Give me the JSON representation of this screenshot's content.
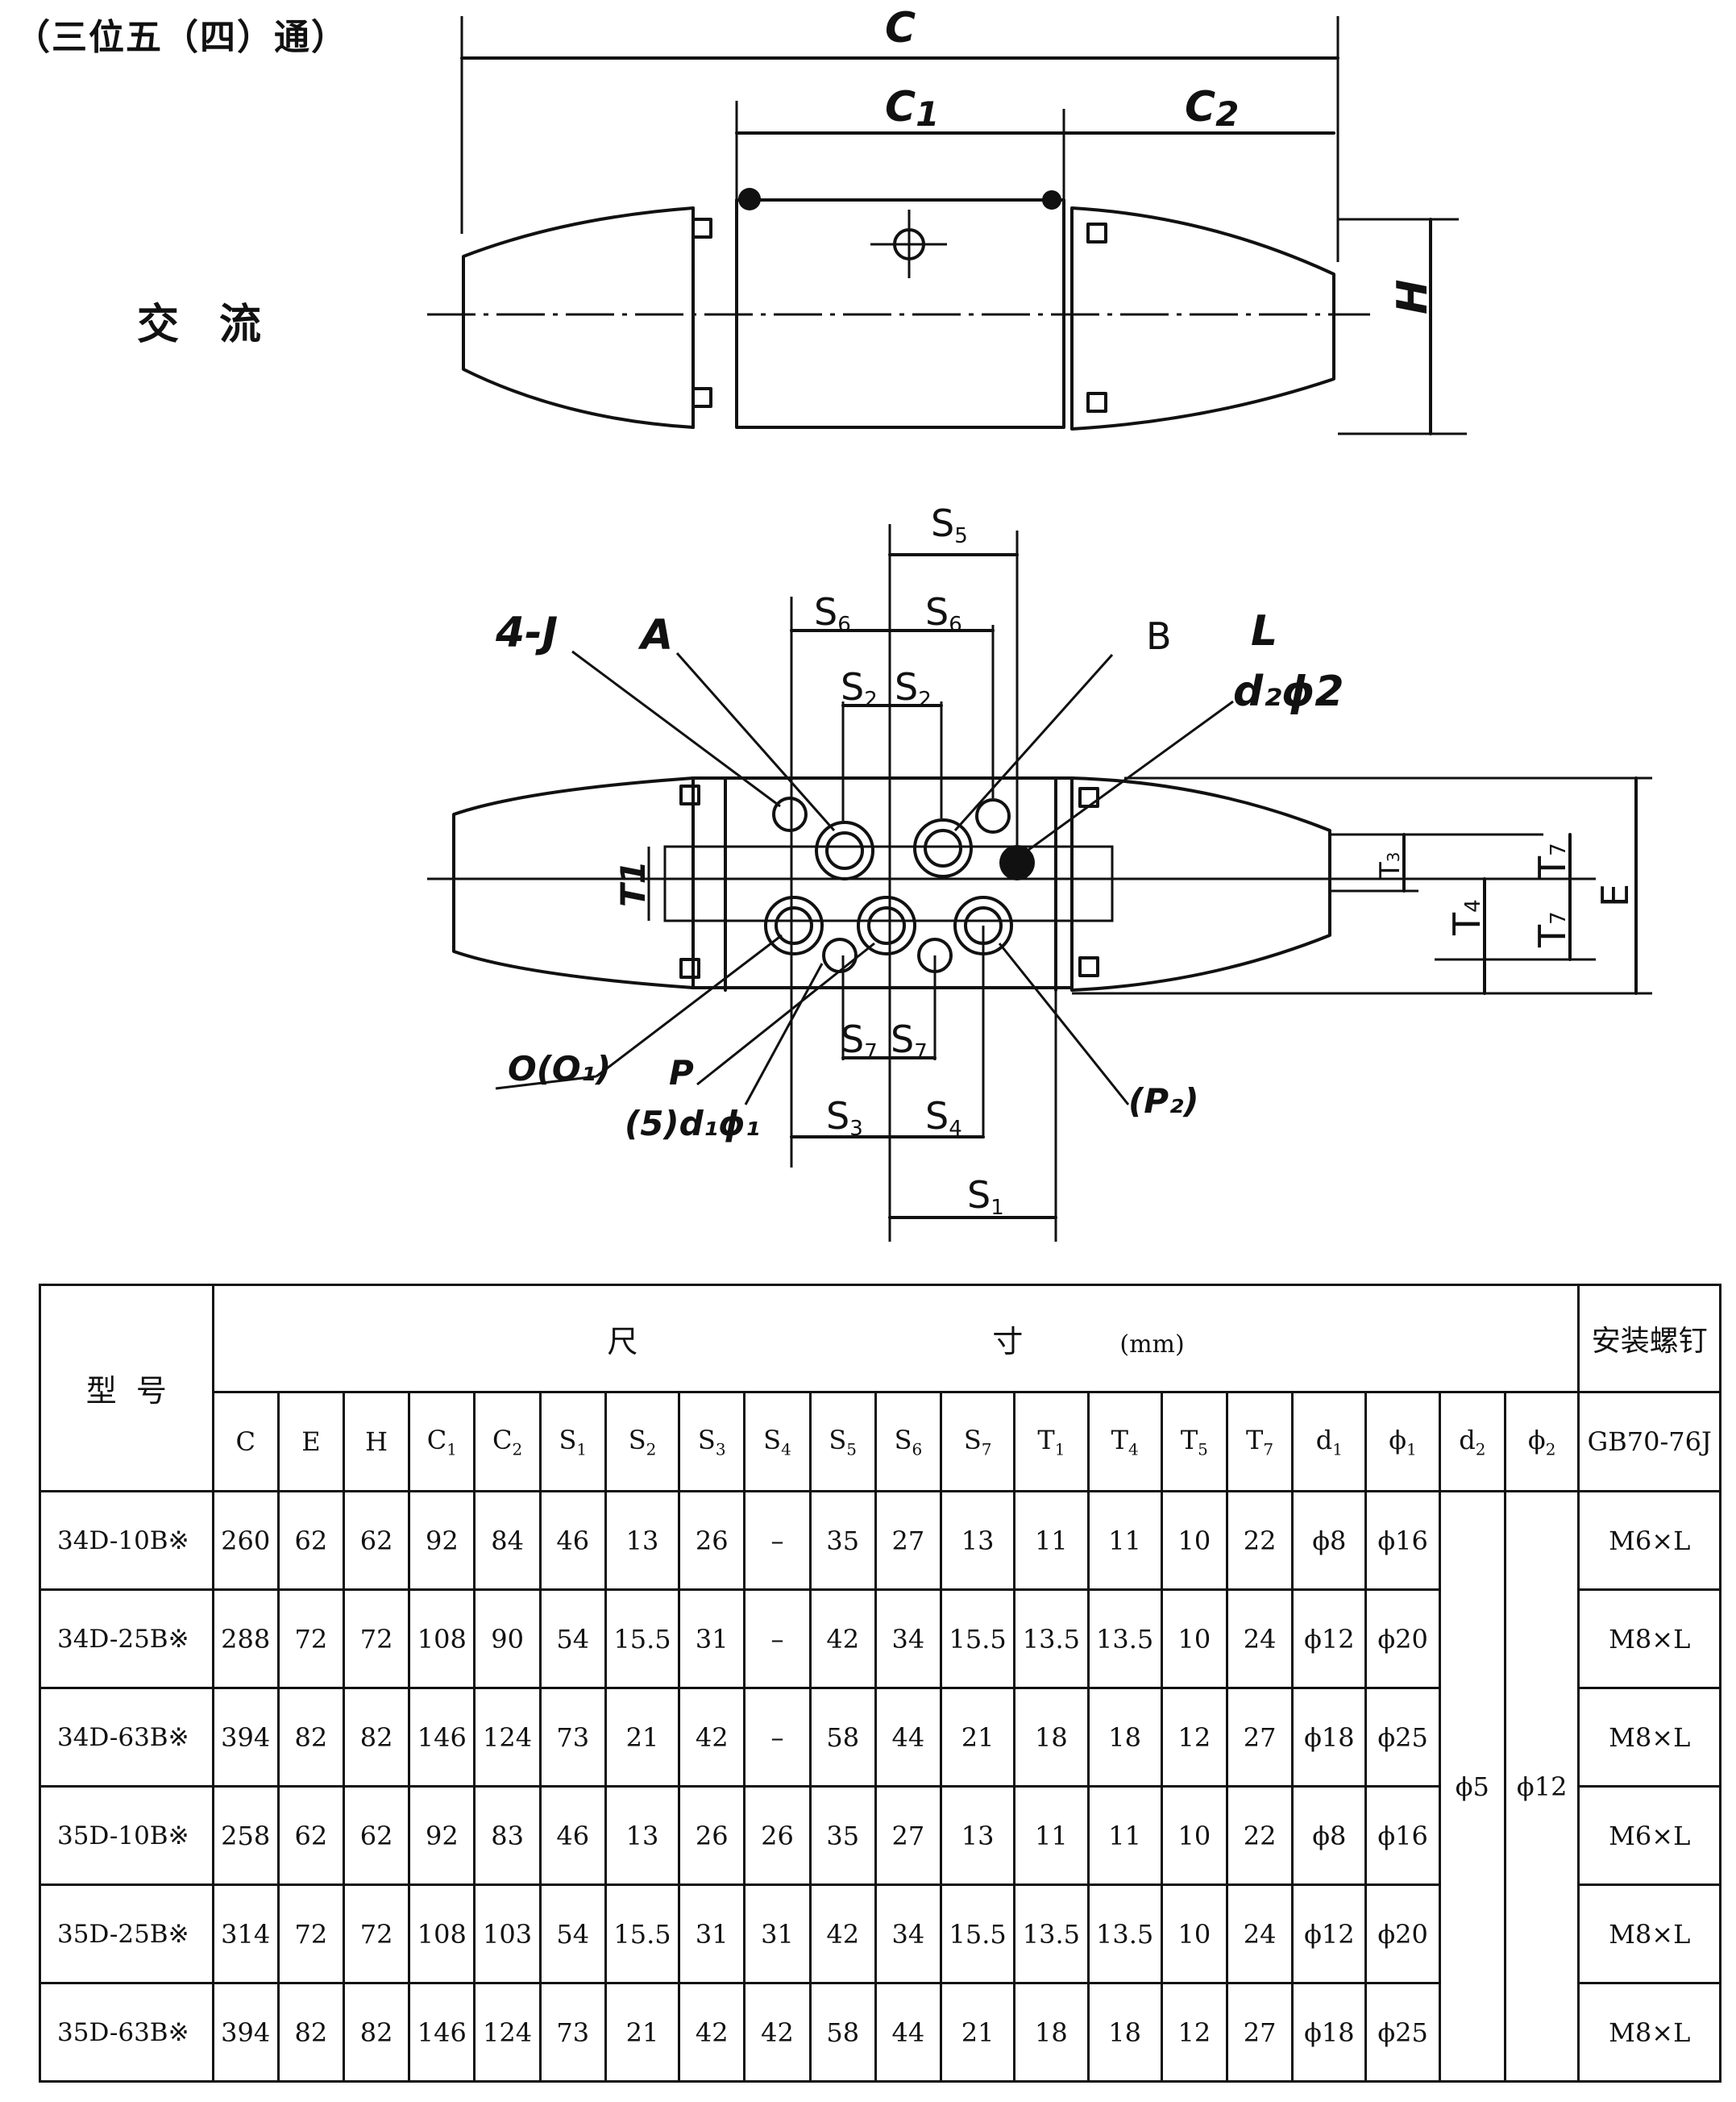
{
  "header": {
    "title": "（三位五（四）通）",
    "current_type": "交流"
  },
  "drawing": {
    "top_labels": {
      "C": "C",
      "C1": "C",
      "C1_sub": "1",
      "C2": "C",
      "C2_sub": "2",
      "H": "H"
    },
    "plan_labels": {
      "S5": "S",
      "S5_sub": "5",
      "S6a": "S",
      "S6a_sub": "6",
      "S6b": "S",
      "S6b_sub": "6",
      "S2a": "S",
      "S2a_sub": "2",
      "S2b": "S",
      "S2b_sub": "2",
      "S7a": "S",
      "S7a_sub": "7",
      "S7b": "S",
      "S7b_sub": "7",
      "S3": "S",
      "S3_sub": "3",
      "S4": "S",
      "S4_sub": "4",
      "S1": "S",
      "S1_sub": "1",
      "T3": "T",
      "T3_sub": "3",
      "T4": "T",
      "T4_sub": "4",
      "T7a": "T",
      "T7a_sub": "7",
      "T7b": "T",
      "T7b_sub": "7",
      "E": "E",
      "T1": "T1",
      "port_4J": "4-J",
      "port_A": "A",
      "port_B": "B",
      "port_L": "L",
      "d2phi2": "d₂ϕ2",
      "port_O": "O(O₁)",
      "port_P": "P",
      "port_5": "(5)d₁ϕ₁",
      "port_P2": "(P₂)"
    }
  },
  "table": {
    "model_header": "型  号",
    "dim_header": {
      "a": "尺",
      "b": "寸",
      "unit": "(mm)"
    },
    "screw_header": "安装螺钉",
    "screw_std": "GB70-76J",
    "columns": [
      {
        "t": "C",
        "s": ""
      },
      {
        "t": "E",
        "s": ""
      },
      {
        "t": "H",
        "s": ""
      },
      {
        "t": "C",
        "s": "1"
      },
      {
        "t": "C",
        "s": "2"
      },
      {
        "t": "S",
        "s": "1"
      },
      {
        "t": "S",
        "s": "2"
      },
      {
        "t": "S",
        "s": "3"
      },
      {
        "t": "S",
        "s": "4"
      },
      {
        "t": "S",
        "s": "5"
      },
      {
        "t": "S",
        "s": "6"
      },
      {
        "t": "S",
        "s": "7"
      },
      {
        "t": "T",
        "s": "1"
      },
      {
        "t": "T",
        "s": "4"
      },
      {
        "t": "T",
        "s": "5"
      },
      {
        "t": "T",
        "s": "7"
      },
      {
        "t": "d",
        "s": "1"
      },
      {
        "t": "ϕ",
        "s": "1"
      },
      {
        "t": "d",
        "s": "2"
      },
      {
        "t": "ϕ",
        "s": "2"
      }
    ],
    "shared_d2": "ϕ5",
    "shared_phi2": "ϕ12",
    "rows": [
      {
        "model": "34D-10B※",
        "vals": [
          "260",
          "62",
          "62",
          "92",
          "84",
          "46",
          "13",
          "26",
          "–",
          "35",
          "27",
          "13",
          "11",
          "11",
          "10",
          "22",
          "ϕ8",
          "ϕ16"
        ],
        "screw": "M6×L"
      },
      {
        "model": "34D-25B※",
        "vals": [
          "288",
          "72",
          "72",
          "108",
          "90",
          "54",
          "15.5",
          "31",
          "–",
          "42",
          "34",
          "15.5",
          "13.5",
          "13.5",
          "10",
          "24",
          "ϕ12",
          "ϕ20"
        ],
        "screw": "M8×L"
      },
      {
        "model": "34D-63B※",
        "vals": [
          "394",
          "82",
          "82",
          "146",
          "124",
          "73",
          "21",
          "42",
          "–",
          "58",
          "44",
          "21",
          "18",
          "18",
          "12",
          "27",
          "ϕ18",
          "ϕ25"
        ],
        "screw": "M8×L"
      },
      {
        "model": "35D-10B※",
        "vals": [
          "258",
          "62",
          "62",
          "92",
          "83",
          "46",
          "13",
          "26",
          "26",
          "35",
          "27",
          "13",
          "11",
          "11",
          "10",
          "22",
          "ϕ8",
          "ϕ16"
        ],
        "screw": "M6×L"
      },
      {
        "model": "35D-25B※",
        "vals": [
          "314",
          "72",
          "72",
          "108",
          "103",
          "54",
          "15.5",
          "31",
          "31",
          "42",
          "34",
          "15.5",
          "13.5",
          "13.5",
          "10",
          "24",
          "ϕ12",
          "ϕ20"
        ],
        "screw": "M8×L"
      },
      {
        "model": "35D-63B※",
        "vals": [
          "394",
          "82",
          "82",
          "146",
          "124",
          "73",
          "21",
          "42",
          "42",
          "58",
          "44",
          "21",
          "18",
          "18",
          "12",
          "27",
          "ϕ18",
          "ϕ25"
        ],
        "screw": "M8×L"
      }
    ]
  }
}
